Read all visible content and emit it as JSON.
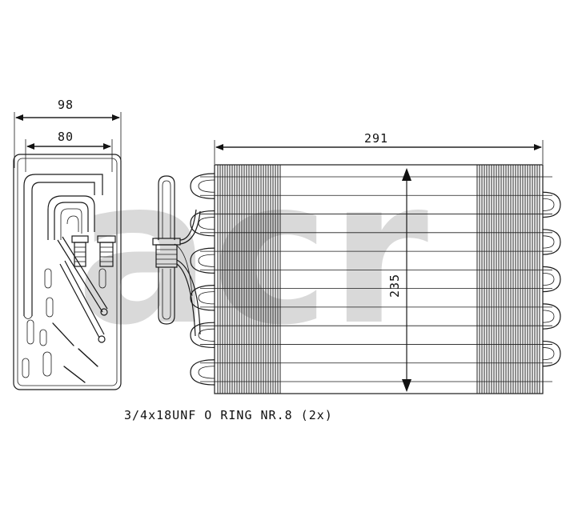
{
  "watermark": {
    "text": "acr",
    "color": "#d9d9d9"
  },
  "dimensions": {
    "overall_width": "98",
    "inner_width": "80",
    "core_width": "291",
    "core_height": "235"
  },
  "note": "3/4x18UNF O RING NR.8 (2x)"
}
